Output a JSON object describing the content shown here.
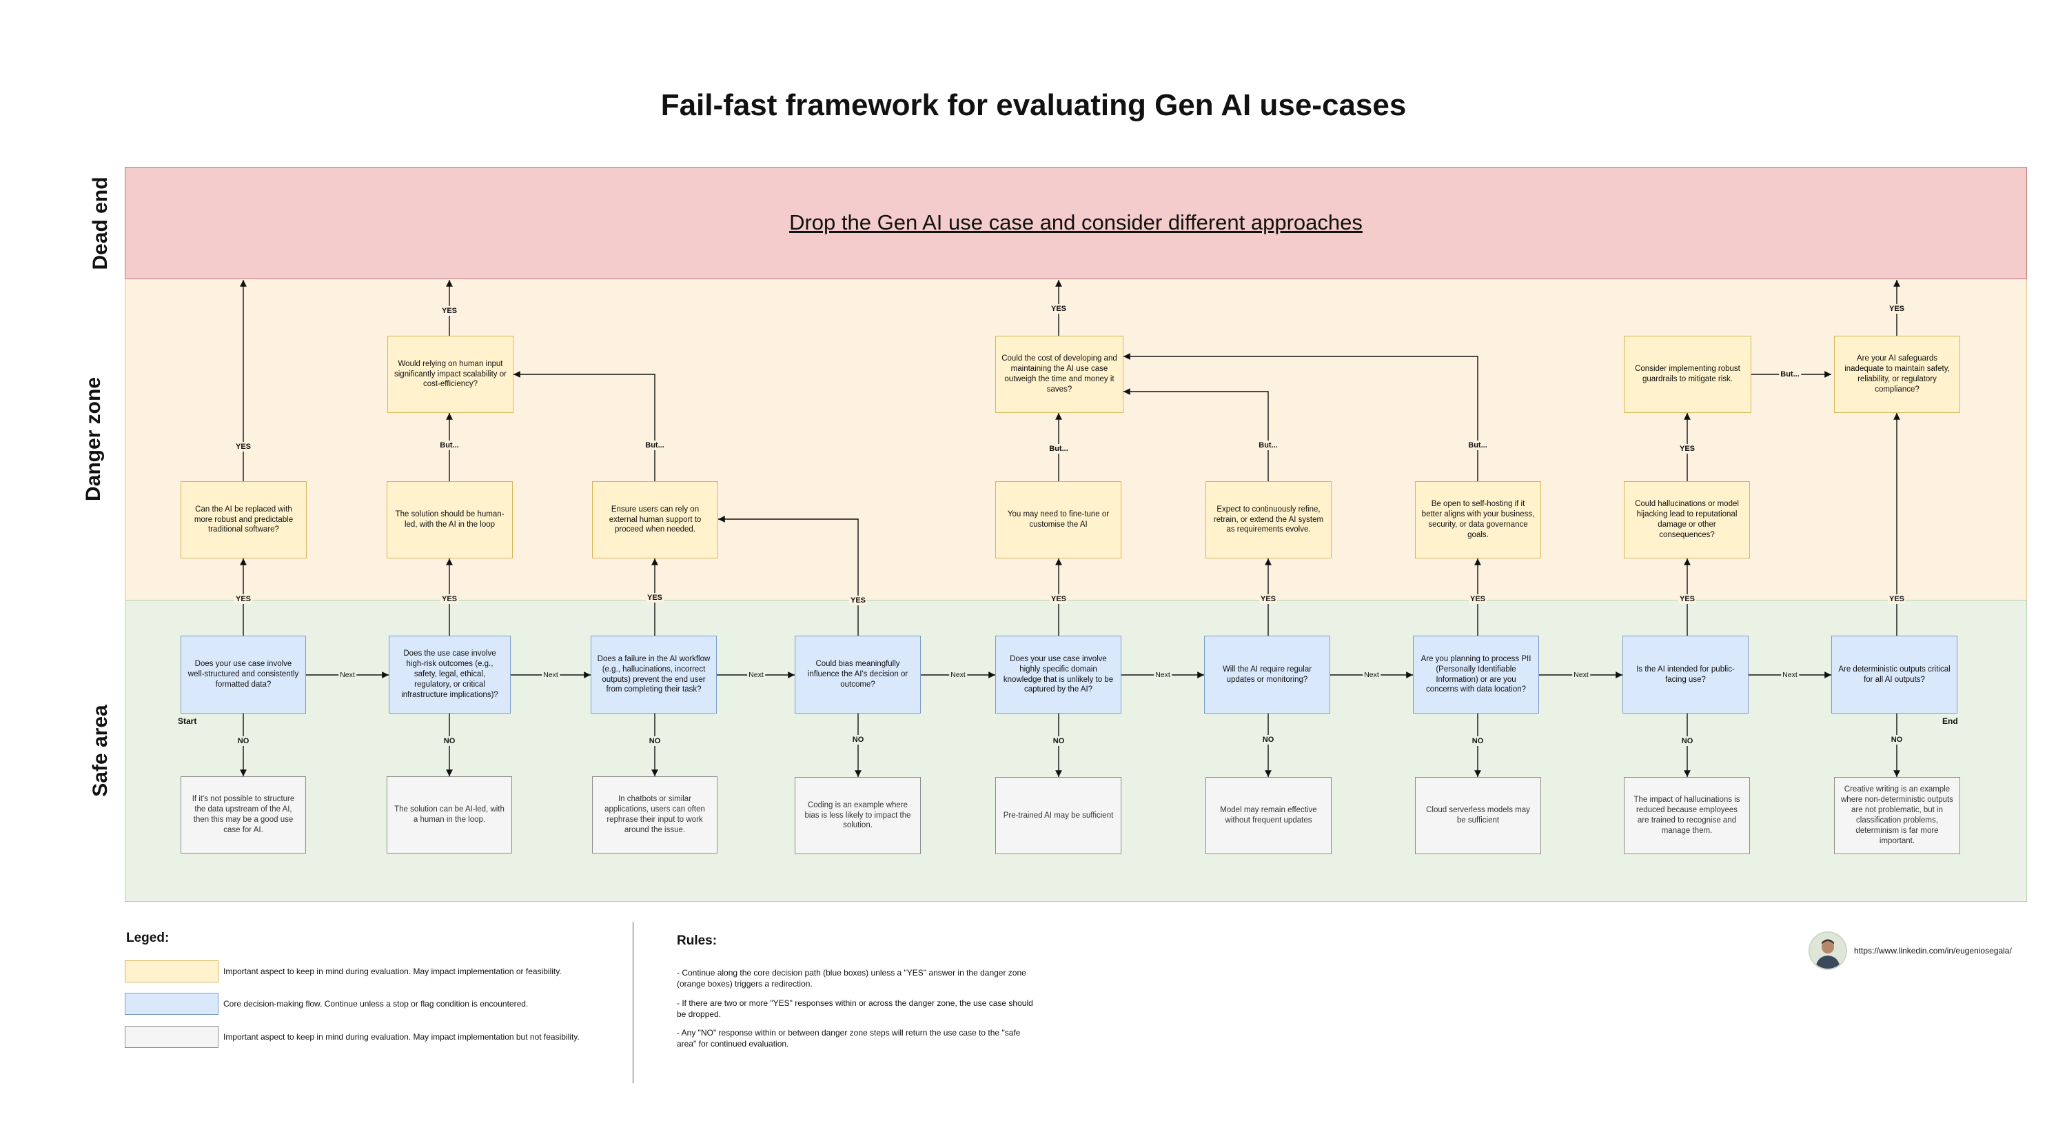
{
  "title": "Fail-fast framework for evaluating Gen AI use-cases",
  "zones": {
    "dead_end": "Dead end",
    "danger": "Danger zone",
    "safe": "Safe area"
  },
  "dead_end_text": "Drop the Gen AI use case and consider different approaches",
  "questions": [
    "Does your use case involve well-structured and consistently formatted data?",
    "Does the use case involve high-risk outcomes (e.g., safety, legal, ethical, regulatory, or critical infrastructure implications)?",
    "Does a failure in the AI workflow (e.g., hallucinations, incorrect outputs) prevent the end user from completing their task?",
    "Could bias meaningfully influence the AI's decision or outcome?",
    "Does your use case involve highly specific domain knowledge that is unlikely to be captured by the AI?",
    "Will the AI require regular updates or monitoring?",
    "Are you planning to process PII (Personally Identifiable Information) or are you concerns with data location?",
    "Is the AI intended for public-facing use?",
    "Are deterministic outputs critical for all AI outputs?"
  ],
  "danger_lower": [
    "Can the AI be replaced with more robust and predictable traditional software?",
    "The solution should be human-led, with the AI in the loop",
    "Ensure users can rely on external human support to proceed when needed.",
    "You may need to fine-tune or customise the AI",
    "Expect to continuously refine, retrain, or extend the AI system as requirements evolve.",
    "Be open to self-hosting if it better aligns with your business, security, or data governance goals.",
    "Could hallucinations or model hijacking lead to reputational damage or other consequences?"
  ],
  "danger_upper": [
    "Would relying on human input significantly impact scalability or cost-efficiency?",
    "Could the cost of developing and maintaining the AI use case outweigh the time and money it saves?",
    "Consider implementing robust guardrails to mitigate risk.",
    "Are your AI safeguards inadequate to maintain safety, reliability, or regulatory compliance?"
  ],
  "notes": [
    "If it's not possible to structure the data upstream of the AI, then this may be a good use case for AI.",
    "The solution can be AI-led, with a human in the loop.",
    "In chatbots or similar applications, users can often rephrase their input to work around the issue.",
    "Coding is an example where bias is less likely to impact the solution.",
    "Pre-trained AI may be sufficient",
    "Model may remain effective without frequent updates",
    "Cloud serverless models may be sufficient",
    "The impact of hallucinations is reduced because employees are trained to recognise and manage them.",
    "Creative writing is an example where non-deterministic outputs are not problematic, but in classification problems, determinism is far more important."
  ],
  "edge_labels": {
    "yes": "YES",
    "no": "NO",
    "next": "Next",
    "but": "But..."
  },
  "start_label": "Start",
  "end_label": "End",
  "legend": {
    "title": "Leged:",
    "items": [
      {
        "color": "#fff2cc",
        "border": "#d6b656",
        "text": "Important aspect to keep in mind during evaluation. May impact implementation or feasibility."
      },
      {
        "color": "#dae8fc",
        "border": "#7b9bc9",
        "text": "Core decision-making flow. Continue unless a stop or flag condition is encountered."
      },
      {
        "color": "#f5f5f5",
        "border": "#8c8c8c",
        "text": "Important aspect to keep in mind during evaluation. May impact implementation but not feasibility."
      }
    ]
  },
  "rules": {
    "title": "Rules:",
    "items": [
      "- Continue along the core decision path (blue boxes) unless a \"YES\" answer in the danger zone (orange boxes) triggers a redirection.",
      "- If there are two or more \"YES\" responses within or across the danger zone, the use case should be dropped.",
      "- Any \"NO\" response within or between danger zone steps will return the use case to the \"safe area\" for continued evaluation."
    ]
  },
  "author_link": "https://www.linkedin.com/in/eugeniosegala/",
  "colors": {
    "dead_end_bg": "#f5cccc",
    "dead_end_border": "#c47a7a",
    "danger_bg": "#fdf1e0",
    "safe_bg": "#e9f2e5",
    "question_bg": "#dae8fc",
    "warning_bg": "#fff2cc",
    "note_bg": "#f5f5f5"
  }
}
